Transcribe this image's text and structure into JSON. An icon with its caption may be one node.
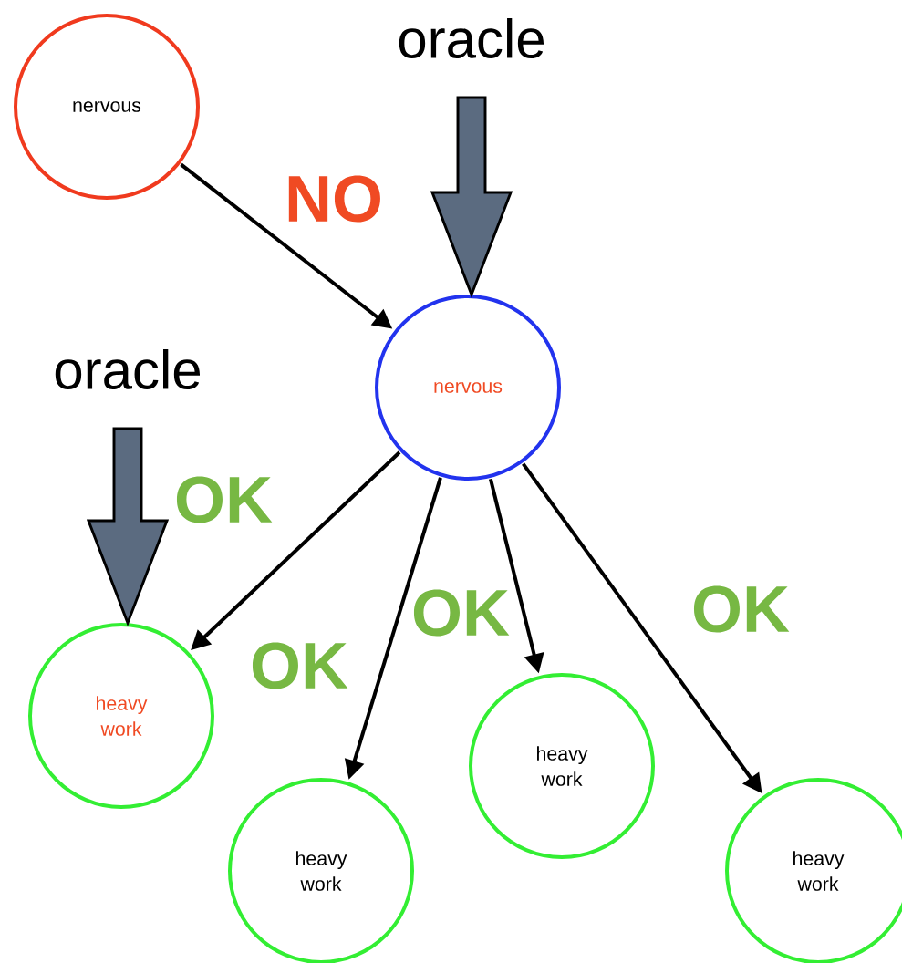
{
  "diagram": {
    "nodes": [
      {
        "text": [
          "oracle"
        ]
      },
      {
        "text": [
          "nervous"
        ]
      },
      {
        "text": [
          "nervous"
        ]
      },
      {
        "text": [
          "oracle"
        ]
      },
      {
        "text": [
          "heavy work"
        ]
      },
      {
        "text": [
          "heavy work"
        ]
      },
      {
        "text": [
          "heavy work"
        ]
      },
      {
        "text": [
          "heavy work"
        ]
      }
    ],
    "edges": [
      {
        "from": 0,
        "to": 2,
        "arrow": "to",
        "style": "thick",
        "color": "#5b6b80"
      },
      {
        "from": 1,
        "to": 2,
        "arrow": "to",
        "label": "NO"
      },
      {
        "from": 3,
        "to": 4,
        "arrow": "to",
        "style": "thick",
        "color": "#5b6b80"
      },
      {
        "from": 2,
        "to": 4,
        "arrow": "to",
        "label": "OK"
      },
      {
        "from": 2,
        "to": 5,
        "arrow": "to",
        "label": "OK"
      },
      {
        "from": 2,
        "to": 6,
        "arrow": "to",
        "label": "OK"
      },
      {
        "from": 2,
        "to": 7,
        "arrow": "to",
        "label": "OK"
      }
    ]
  }
}
